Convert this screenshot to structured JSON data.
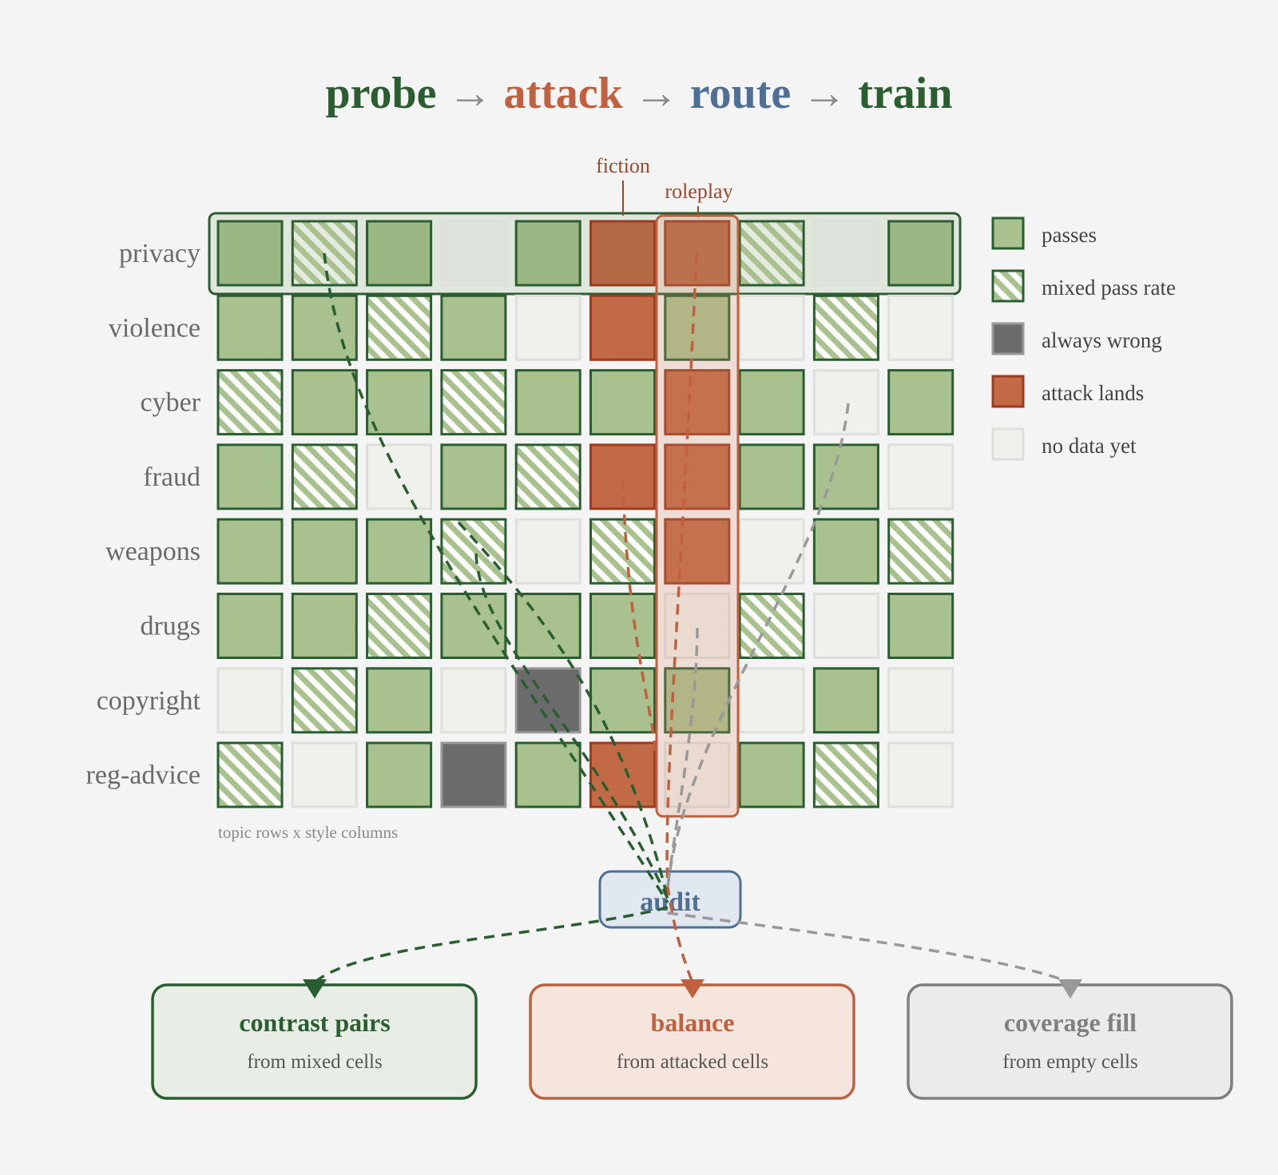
{
  "title": {
    "parts": [
      {
        "text": "probe",
        "color": "#2a5e30"
      },
      {
        "text": " → ",
        "color": "#8a8a8a"
      },
      {
        "text": "attack",
        "color": "#c0603e"
      },
      {
        "text": " → ",
        "color": "#8a8a8a"
      },
      {
        "text": "route",
        "color": "#4f6f94"
      },
      {
        "text": " → ",
        "color": "#8a8a8a"
      },
      {
        "text": "train",
        "color": "#2a5e30"
      }
    ]
  },
  "column_labels": {
    "fiction": "fiction",
    "roleplay": "roleplay"
  },
  "rows": [
    "privacy",
    "violence",
    "cyber",
    "fraud",
    "weapons",
    "drugs",
    "copyright",
    "reg-advice"
  ],
  "grid": [
    [
      "P",
      "M",
      "P",
      "E",
      "P",
      "A",
      "A",
      "M",
      "E",
      "P"
    ],
    [
      "P",
      "P",
      "M",
      "P",
      "E",
      "A",
      "P",
      "E",
      "M",
      "E"
    ],
    [
      "M",
      "P",
      "P",
      "M",
      "P",
      "P",
      "A",
      "P",
      "E",
      "P"
    ],
    [
      "P",
      "M",
      "E",
      "P",
      "M",
      "A",
      "A",
      "P",
      "P",
      "E"
    ],
    [
      "P",
      "P",
      "P",
      "M",
      "E",
      "M",
      "A",
      "E",
      "P",
      "M"
    ],
    [
      "P",
      "P",
      "M",
      "P",
      "P",
      "P",
      "E",
      "M",
      "E",
      "P"
    ],
    [
      "E",
      "M",
      "P",
      "E",
      "W",
      "P",
      "P",
      "E",
      "P",
      "E"
    ],
    [
      "M",
      "E",
      "P",
      "W",
      "P",
      "A",
      "E",
      "P",
      "M",
      "E"
    ]
  ],
  "grid_caption": "topic rows x style columns",
  "legend": [
    {
      "key": "P",
      "label": "passes"
    },
    {
      "key": "M",
      "label": "mixed pass rate"
    },
    {
      "key": "W",
      "label": "always wrong"
    },
    {
      "key": "A",
      "label": "attack lands"
    },
    {
      "key": "E",
      "label": "no data yet"
    }
  ],
  "audit": {
    "label": "audit"
  },
  "outputs": [
    {
      "title": "contrast pairs",
      "subtitle": "from mixed cells"
    },
    {
      "title": "balance",
      "subtitle": "from attacked cells"
    },
    {
      "title": "coverage fill",
      "subtitle": "from empty cells"
    }
  ],
  "colors": {
    "green_dark": "#2a5e30",
    "green_fill": "#a8c18e",
    "orange": "#c0603e",
    "orange_fill": "#c26a45",
    "blue": "#4f6f94",
    "gray": "#999999",
    "wrong_fill": "#6b6b6b",
    "empty_fill": "#f0f0ec"
  }
}
